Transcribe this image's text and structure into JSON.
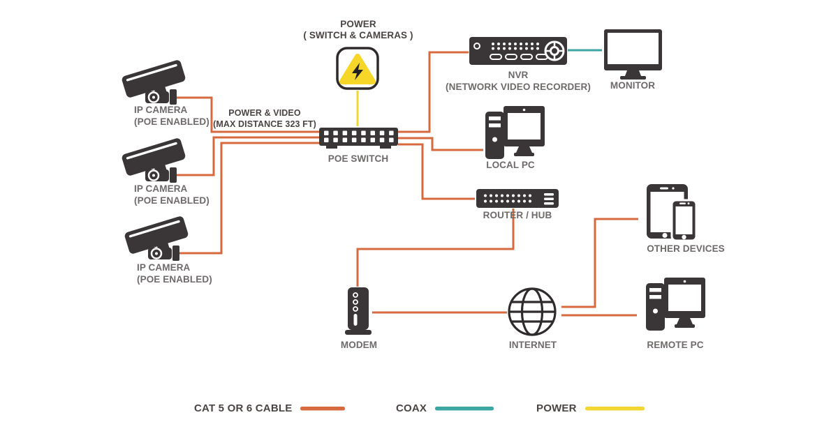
{
  "colors": {
    "cat5": "#d7693f",
    "coax": "#3ca6a2",
    "power": "#f2d733",
    "device": "#3a3536",
    "label": "#6e6a6a",
    "note": "#4a4443"
  },
  "notes": {
    "power_source": "POWER\n( SWITCH & CAMERAS )",
    "cable": "POWER & VIDEO\n(MAX DISTANCE 323 FT)"
  },
  "nodes": {
    "camera1": {
      "label": "IP CAMERA\n(POE ENABLED)"
    },
    "camera2": {
      "label": "IP CAMERA\n(POE ENABLED)"
    },
    "camera3": {
      "label": "IP CAMERA\n(POE ENABLED)"
    },
    "poe_switch": {
      "label": "POE SWITCH"
    },
    "nvr": {
      "label": "NVR\n(NETWORK VIDEO RECORDER)"
    },
    "monitor": {
      "label": "MONITOR"
    },
    "local_pc": {
      "label": "LOCAL PC"
    },
    "router": {
      "label": "ROUTER / HUB"
    },
    "other_devices": {
      "label": "OTHER DEVICES"
    },
    "modem": {
      "label": "MODEM"
    },
    "internet": {
      "label": "INTERNET"
    },
    "remote_pc": {
      "label": "REMOTE PC"
    }
  },
  "legend": {
    "items": [
      {
        "label": "CAT 5 OR 6 CABLE",
        "color": "#d7693f"
      },
      {
        "label": "COAX",
        "color": "#3ca6a2"
      },
      {
        "label": "POWER",
        "color": "#f2d733"
      }
    ]
  }
}
